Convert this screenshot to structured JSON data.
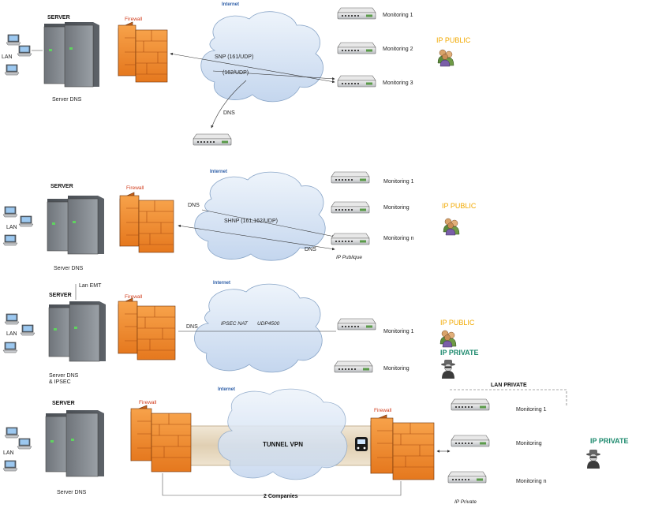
{
  "panel1": {
    "server": "SERVER",
    "lan": "LAN",
    "server_dns": "Server DNS",
    "firewall": "Firewall",
    "internet": "Internet",
    "snp": "SNP (161/UDP)",
    "udp162": "(162/UDP)",
    "dns": "DNS",
    "monitoring1": "Monitoring 1",
    "monitoring2": "Monitoring 2",
    "monitoring3": "Monitoring 3",
    "ip_public": "IP PUBLIC"
  },
  "panel2": {
    "server": "SERVER",
    "lan": "LAN",
    "server_dns": "Server DNS",
    "firewall": "Firewall",
    "internet": "Internet",
    "dns_left": "DNS",
    "shnp": "SHNP (161,162/UDP)",
    "dns_right": "DNS",
    "ip_publique": "IP Publique",
    "monitoring1": "Monitoring 1",
    "monitoring": "Monitoring",
    "monitoringn": "Monitoring n",
    "ip_public": "IP PUBLIC"
  },
  "panel3": {
    "server": "SERVER",
    "lan_emt": "Lan EMT",
    "lan": "LAN",
    "server_dns": "Server DNS",
    "ipsec": "& IPSEC",
    "firewall": "Firewall",
    "internet": "Internet",
    "dns": "DNS",
    "ipsec_nat": "IPSEC NAT",
    "udp4500": "UDP4500",
    "monitoring1": "Monitoring 1",
    "monitoring": "Monitoring",
    "ip_public": "IP PUBLIC",
    "ip_private": "IP PRIVATE"
  },
  "panel4": {
    "server": "SERVER",
    "lan": "LAN",
    "server_dns": "Server DNS",
    "firewall_left": "Firewall",
    "firewall_right": "Firewall",
    "internet": "Internet",
    "tunnel": "TUNNEL VPN",
    "companies": "2 Companies",
    "lan_private": "LAN PRIVATE",
    "monitoring1": "Monitoring 1",
    "monitoring": "Monitoring",
    "monitoringn": "Monitoring n",
    "ip_private_label": "IP Private",
    "ip_private": "IP PRIVATE"
  },
  "colors": {
    "firewall": "#f08a2c",
    "cloud": "#d6e4f5",
    "tunnel": "#e9dcc6",
    "ip_public": "#f2a900",
    "ip_private": "#1d8a6e"
  }
}
